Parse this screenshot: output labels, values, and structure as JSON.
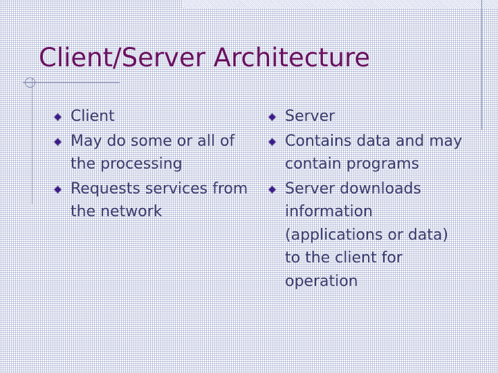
{
  "slide": {
    "title": "Client/Server Architecture",
    "colors": {
      "title": "#6B1060",
      "body_text": "#3B3B6D",
      "accent_rule": "#8189B0",
      "bullet_fill": "#3C1A8C",
      "banner": "#C3CBE6",
      "background": "#FFFFFF"
    },
    "decorations": {
      "top_banner": "dithered-blue-banner",
      "right_rule": "vertical-rule",
      "accent_hrule": "horizontal-accent-rule",
      "accent_arc": "circle-accent",
      "accent_vrule": "vertical-accent-rule",
      "grid": "engineering-paper-grid"
    },
    "columns": [
      {
        "name": "left",
        "bullets": [
          {
            "text": "Client"
          },
          {
            "text": "May do some or all of the processing"
          },
          {
            "text": "Requests services from the network"
          }
        ]
      },
      {
        "name": "right",
        "bullets": [
          {
            "text": "Server"
          },
          {
            "text": "Contains data and may contain programs"
          },
          {
            "text": "Server downloads information (applications or data) to the client for operation"
          }
        ]
      }
    ]
  }
}
